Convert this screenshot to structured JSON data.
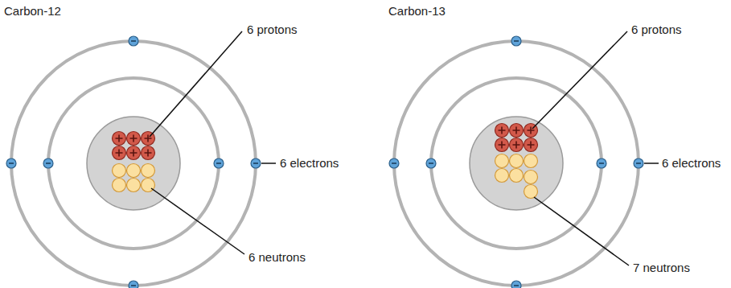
{
  "diagram": {
    "labels": [
      "Carbon-12",
      "6 protons",
      "6 electrons",
      "6 neutrons",
      "Carbon-13",
      "6 protons",
      "6 electrons",
      "7 neutrons"
    ]
  }
}
